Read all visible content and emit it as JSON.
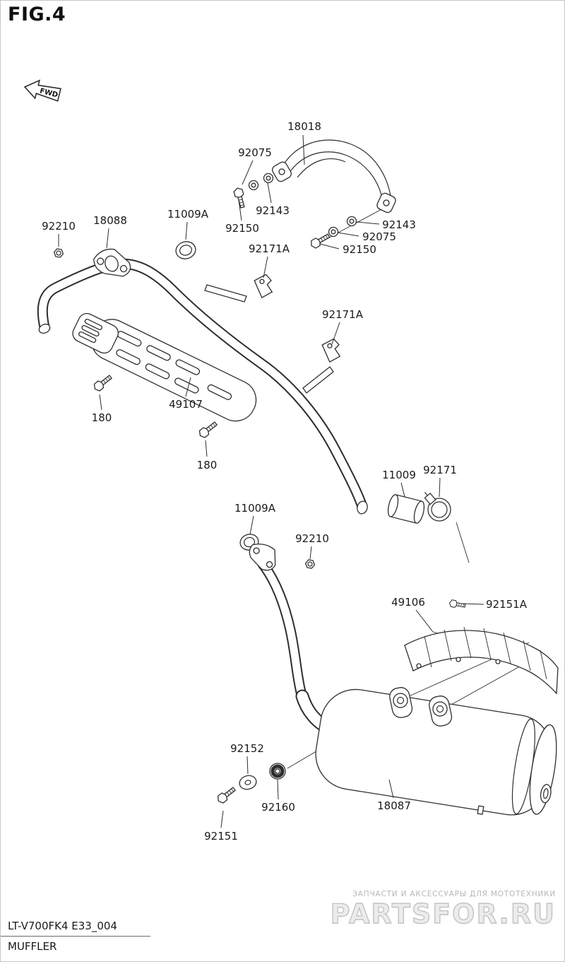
{
  "figure": {
    "title": "FIG.4",
    "fwd_label": "FWD",
    "model_code": "LT-V700FK4 E33_004",
    "figure_name": "MUFFLER"
  },
  "part_labels": [
    {
      "text": "18018"
    },
    {
      "text": "92075"
    },
    {
      "text": "92143"
    },
    {
      "text": "92150"
    },
    {
      "text": "92143"
    },
    {
      "text": "92075"
    },
    {
      "text": "92150"
    },
    {
      "text": "92210"
    },
    {
      "text": "18088"
    },
    {
      "text": "11009A"
    },
    {
      "text": "92171A"
    },
    {
      "text": "92171A"
    },
    {
      "text": "49107"
    },
    {
      "text": "180"
    },
    {
      "text": "180"
    },
    {
      "text": "11009"
    },
    {
      "text": "92171"
    },
    {
      "text": "11009A"
    },
    {
      "text": "92210"
    },
    {
      "text": "49106"
    },
    {
      "text": "92151A"
    },
    {
      "text": "92152"
    },
    {
      "text": "92160"
    },
    {
      "text": "18087"
    },
    {
      "text": "92151"
    }
  ],
  "watermark": {
    "tagline": "ЗАПЧАСТИ И АКСЕССУАРЫ ДЛЯ МОТОТЕХНИКИ",
    "logo": "PARTSFOR.RU"
  },
  "colors": {
    "line": "#2e2e2e",
    "label_text": "#1a1a1a",
    "watermark": "#c3c3c3"
  }
}
